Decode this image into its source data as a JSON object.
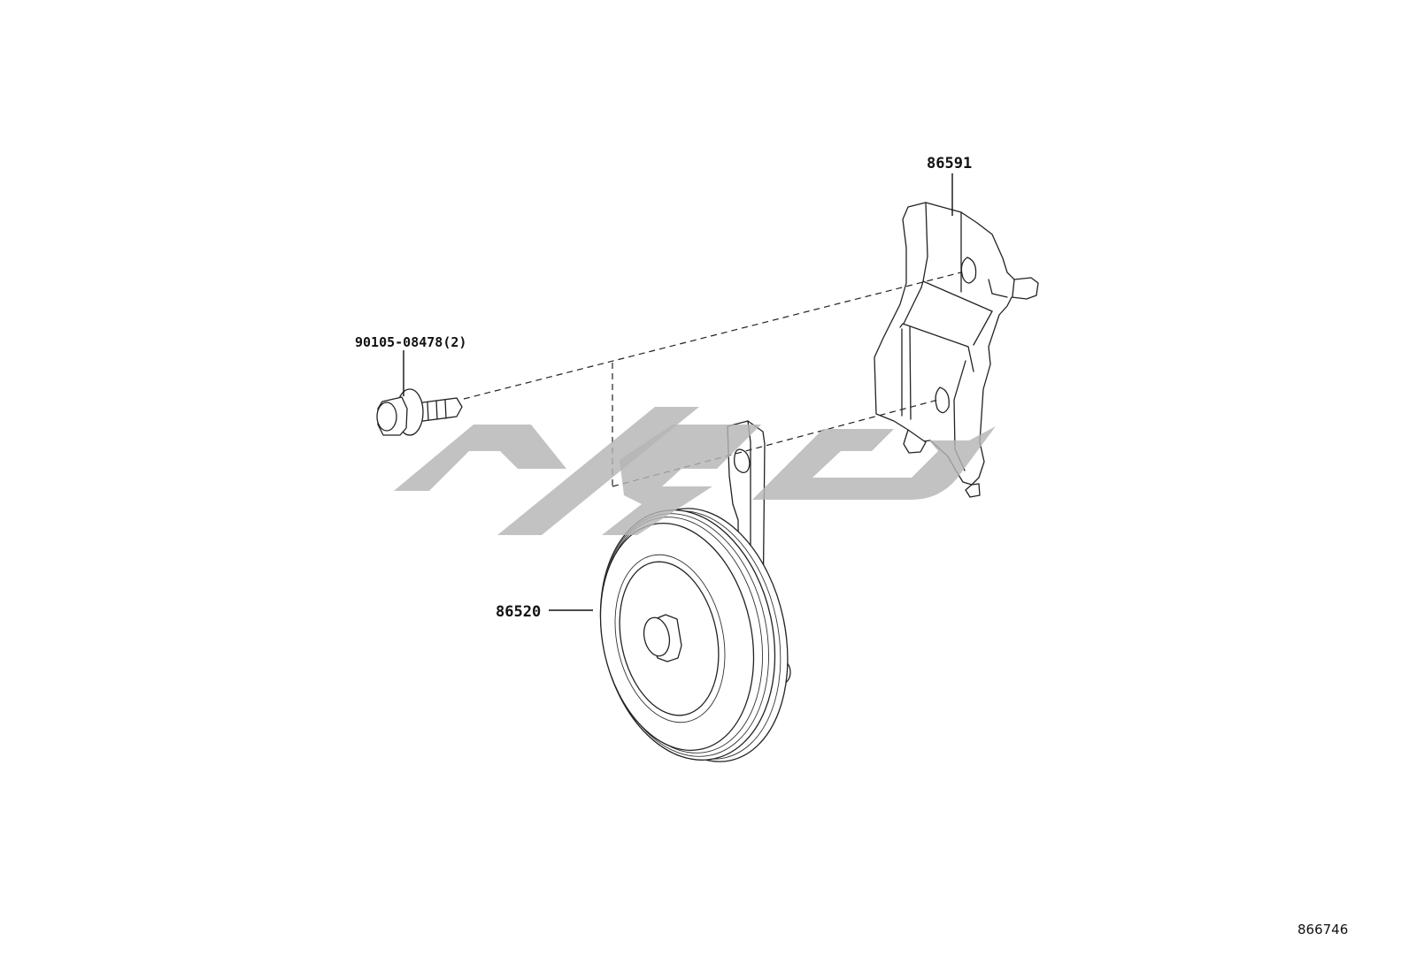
{
  "callouts": {
    "bracket": "86591",
    "bolt": "90105-08478(2)",
    "horn": "86520"
  },
  "diagram_ref": "866746",
  "colors": {
    "line": "#222222",
    "watermark": "#b4b4b4",
    "background": "#ffffff"
  }
}
